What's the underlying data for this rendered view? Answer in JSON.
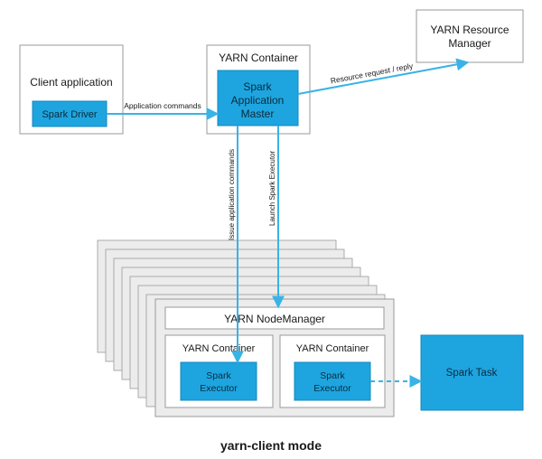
{
  "diagram": {
    "client_box_title": "Client application",
    "spark_driver": "Spark Driver",
    "yarn_container_top_title": "YARN Container",
    "app_master_line1": "Spark",
    "app_master_line2": "Application",
    "app_master_line3": "Master",
    "resource_manager_line1": "YARN Resource",
    "resource_manager_line2": "Manager",
    "arrow_app_commands": "Application commands",
    "arrow_resource_request": "Resource request / reply",
    "arrow_issue_commands": "Issue application commands",
    "arrow_launch_executor": "Launch Spark Executor",
    "node_manager": "YARN NodeManager",
    "yarn_container_left": "YARN Container",
    "yarn_container_right": "YARN Container",
    "executor_left_line1": "Spark",
    "executor_left_line2": "Executor",
    "executor_right_line1": "Spark",
    "executor_right_line2": "Executor",
    "spark_task": "Spark Task",
    "caption": "yarn-client mode"
  },
  "colors": {
    "blue_fill": "#1ea5e0",
    "blue_stroke": "#1587bd",
    "arrow": "#39b3e6",
    "box_stroke": "#9a9a9a",
    "stack_fill": "#ececec"
  }
}
